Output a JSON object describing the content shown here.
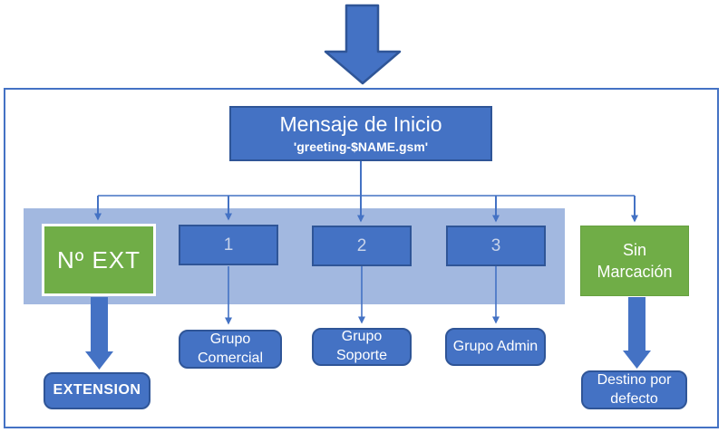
{
  "diagram": {
    "start_node": {
      "title": "Mensaje de Inicio",
      "subtitle": "'greeting-$NAME.gsm'"
    },
    "options": {
      "ext": {
        "label": "Nº EXT"
      },
      "one": {
        "label": "1"
      },
      "two": {
        "label": "2"
      },
      "three": {
        "label": "3"
      },
      "no_dial": {
        "label": "Sin Marcación"
      }
    },
    "destinations": {
      "extension": {
        "label": "EXTENSION"
      },
      "comercial": {
        "label": "Grupo Comercial"
      },
      "soporte": {
        "label": "Grupo Soporte"
      },
      "admin": {
        "label": "Grupo Admin"
      },
      "default": {
        "label": "Destino por defecto"
      }
    },
    "icons": {
      "entry": "down-block-arrow",
      "ext_flow": "thick-down-arrow",
      "no_dial_flow": "thick-down-arrow"
    },
    "colors": {
      "accent_blue": "#4472C4",
      "dark_blue_border": "#2F5597",
      "green": "#70AD47",
      "band_blue": "#A2B8E0",
      "digit_text": "#C9D4EA",
      "text_white": "#FFFFFF"
    }
  }
}
